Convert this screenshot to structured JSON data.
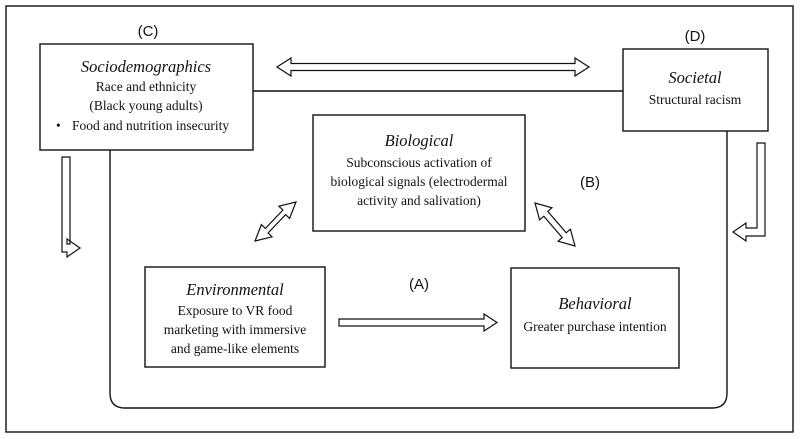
{
  "labels": {
    "a": "(A)",
    "b": "(B)",
    "c": "(C)",
    "d": "(D)"
  },
  "sociodemographics": {
    "title": "Sociodemographics",
    "line1": "Race and ethnicity",
    "line2": "(Black young adults)",
    "bullet": "•",
    "line3": "Food and nutrition insecurity"
  },
  "societal": {
    "title": "Societal",
    "line1": "Structural racism"
  },
  "biological": {
    "title": "Biological",
    "line1": "Subconscious activation of",
    "line2": "biological signals (electrodermal",
    "line3": "activity and salivation)"
  },
  "environmental": {
    "title": "Environmental",
    "line1": "Exposure to VR food",
    "line2": "marketing with immersive",
    "line3": "and game-like elements"
  },
  "behavioral": {
    "title": "Behavioral",
    "line1": "Greater purchase intention"
  }
}
